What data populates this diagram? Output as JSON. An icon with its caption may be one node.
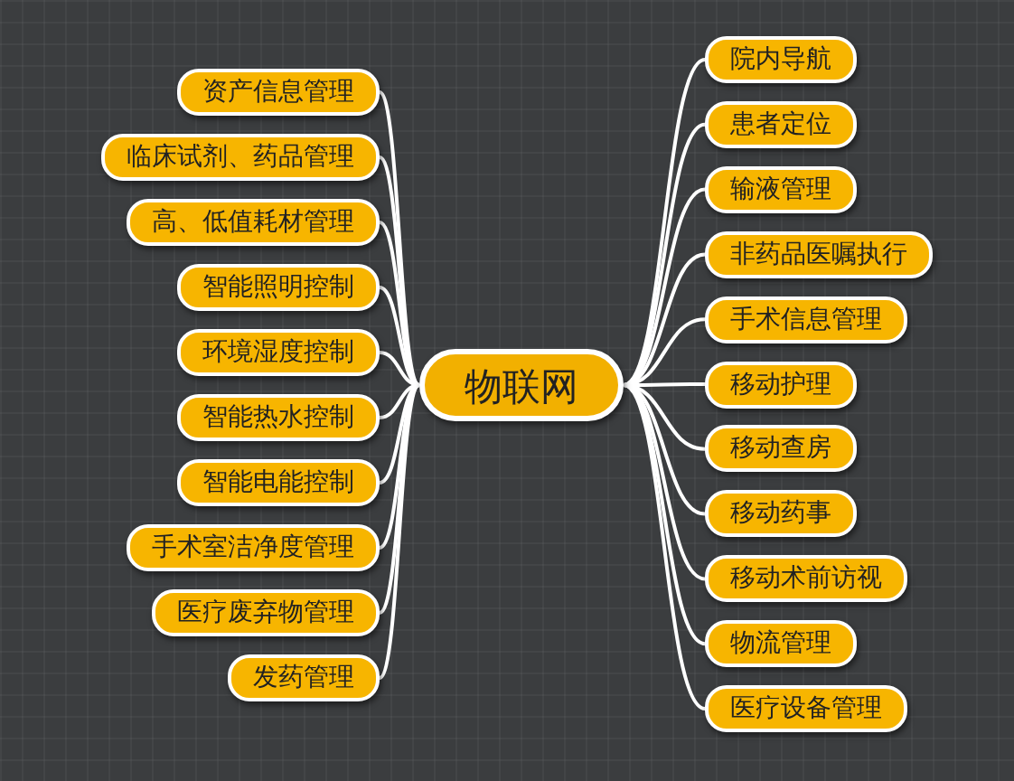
{
  "diagram": {
    "nodes": [
      {
        "text": [
          "物联网"
        ]
      },
      {
        "text": [
          "资产信息管理"
        ]
      },
      {
        "text": [
          "临床试剂、药品管理"
        ]
      },
      {
        "text": [
          "高、低值耗材管理"
        ]
      },
      {
        "text": [
          "智能照明控制"
        ]
      },
      {
        "text": [
          "环境湿度控制"
        ]
      },
      {
        "text": [
          "智能热水控制"
        ]
      },
      {
        "text": [
          "智能电能控制"
        ]
      },
      {
        "text": [
          "手术室洁净度管理"
        ]
      },
      {
        "text": [
          "医疗废弃物管理"
        ]
      },
      {
        "text": [
          "发药管理"
        ]
      },
      {
        "text": [
          "院内导航"
        ]
      },
      {
        "text": [
          "患者定位"
        ]
      },
      {
        "text": [
          "输液管理"
        ]
      },
      {
        "text": [
          "非药品医嘱执行"
        ]
      },
      {
        "text": [
          "手术信息管理"
        ]
      },
      {
        "text": [
          "移动护理"
        ]
      },
      {
        "text": [
          "移动查房"
        ]
      },
      {
        "text": [
          "移动药事"
        ]
      },
      {
        "text": [
          "移动术前访视"
        ]
      },
      {
        "text": [
          "物流管理"
        ]
      },
      {
        "text": [
          "医疗设备管理"
        ]
      }
    ],
    "edges": [
      {
        "from": 0,
        "to": 1,
        "arrow": "none"
      },
      {
        "from": 0,
        "to": 2,
        "arrow": "none"
      },
      {
        "from": 0,
        "to": 3,
        "arrow": "none"
      },
      {
        "from": 0,
        "to": 4,
        "arrow": "none"
      },
      {
        "from": 0,
        "to": 5,
        "arrow": "none"
      },
      {
        "from": 0,
        "to": 6,
        "arrow": "none"
      },
      {
        "from": 0,
        "to": 7,
        "arrow": "none"
      },
      {
        "from": 0,
        "to": 8,
        "arrow": "none"
      },
      {
        "from": 0,
        "to": 9,
        "arrow": "none"
      },
      {
        "from": 0,
        "to": 10,
        "arrow": "none"
      },
      {
        "from": 0,
        "to": 11,
        "arrow": "none"
      },
      {
        "from": 0,
        "to": 12,
        "arrow": "none"
      },
      {
        "from": 0,
        "to": 13,
        "arrow": "none"
      },
      {
        "from": 0,
        "to": 14,
        "arrow": "none"
      },
      {
        "from": 0,
        "to": 15,
        "arrow": "none"
      },
      {
        "from": 0,
        "to": 16,
        "arrow": "none"
      },
      {
        "from": 0,
        "to": 17,
        "arrow": "none"
      },
      {
        "from": 0,
        "to": 18,
        "arrow": "none"
      },
      {
        "from": 0,
        "to": 19,
        "arrow": "none"
      },
      {
        "from": 0,
        "to": 20,
        "arrow": "none"
      },
      {
        "from": 0,
        "to": 21,
        "arrow": "none"
      }
    ]
  }
}
